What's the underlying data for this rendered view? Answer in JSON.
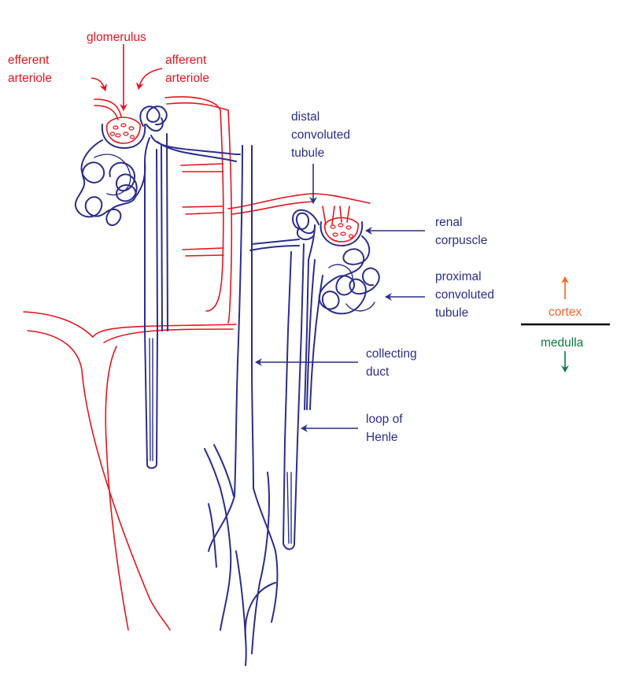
{
  "labels": {
    "glomerulus": "glomerulus",
    "efferent_1": "efferent",
    "efferent_2": "arteriole",
    "afferent_1": "afferent",
    "afferent_2": "arteriole",
    "distal_1": "distal",
    "distal_2": "convoluted",
    "distal_3": "tubule",
    "renal_1": "renal",
    "renal_2": "corpuscle",
    "proximal_1": "proximal",
    "proximal_2": "convoluted",
    "proximal_3": "tubule",
    "collecting_1": "collecting",
    "collecting_2": "duct",
    "loop_1": "loop of",
    "loop_2": "Henle",
    "cortex": "cortex",
    "medulla": "medulla"
  },
  "colors": {
    "vessel": "#e8141e",
    "tubule": "#2b2e8c",
    "cortex": "#f26522",
    "medulla": "#0b7a3e",
    "divider": "#000000"
  }
}
